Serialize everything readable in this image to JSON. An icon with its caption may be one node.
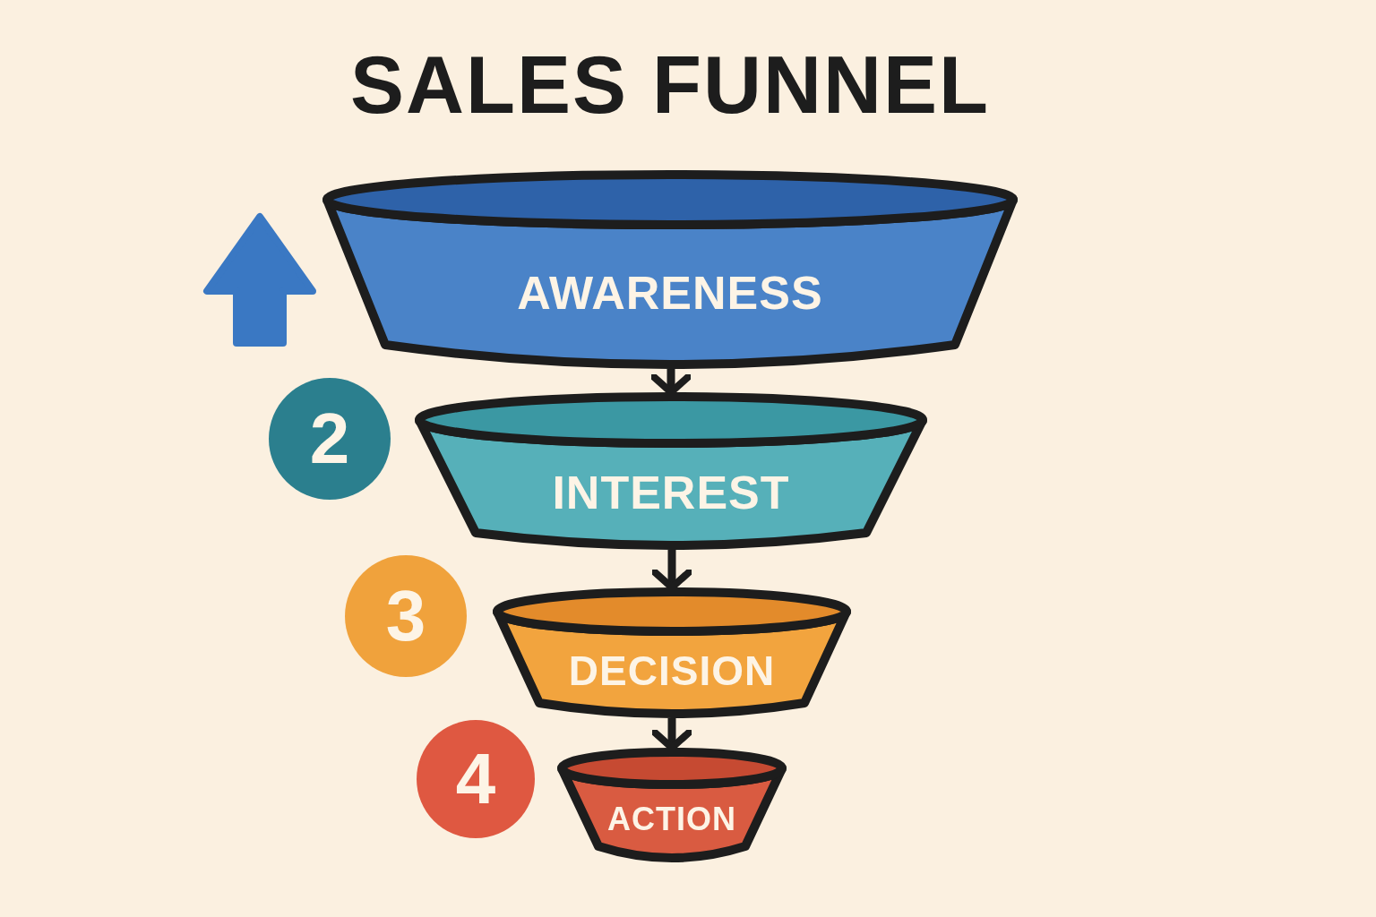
{
  "diagram": {
    "title": "SALES FUNNEL",
    "nodes": [
      {
        "text": [
          "AWARENESS"
        ]
      },
      {
        "text": [
          "2"
        ]
      },
      {
        "text": [
          "INTEREST"
        ]
      },
      {
        "text": [
          "3"
        ]
      },
      {
        "text": [
          "DECISION"
        ]
      },
      {
        "text": [
          "4"
        ]
      },
      {
        "text": [
          "ACTION"
        ]
      }
    ],
    "edges": [
      {
        "from": 0,
        "to": 2,
        "arrow": "to"
      },
      {
        "from": 2,
        "to": 4,
        "arrow": "to"
      },
      {
        "from": 4,
        "to": 6,
        "arrow": "to"
      }
    ]
  }
}
